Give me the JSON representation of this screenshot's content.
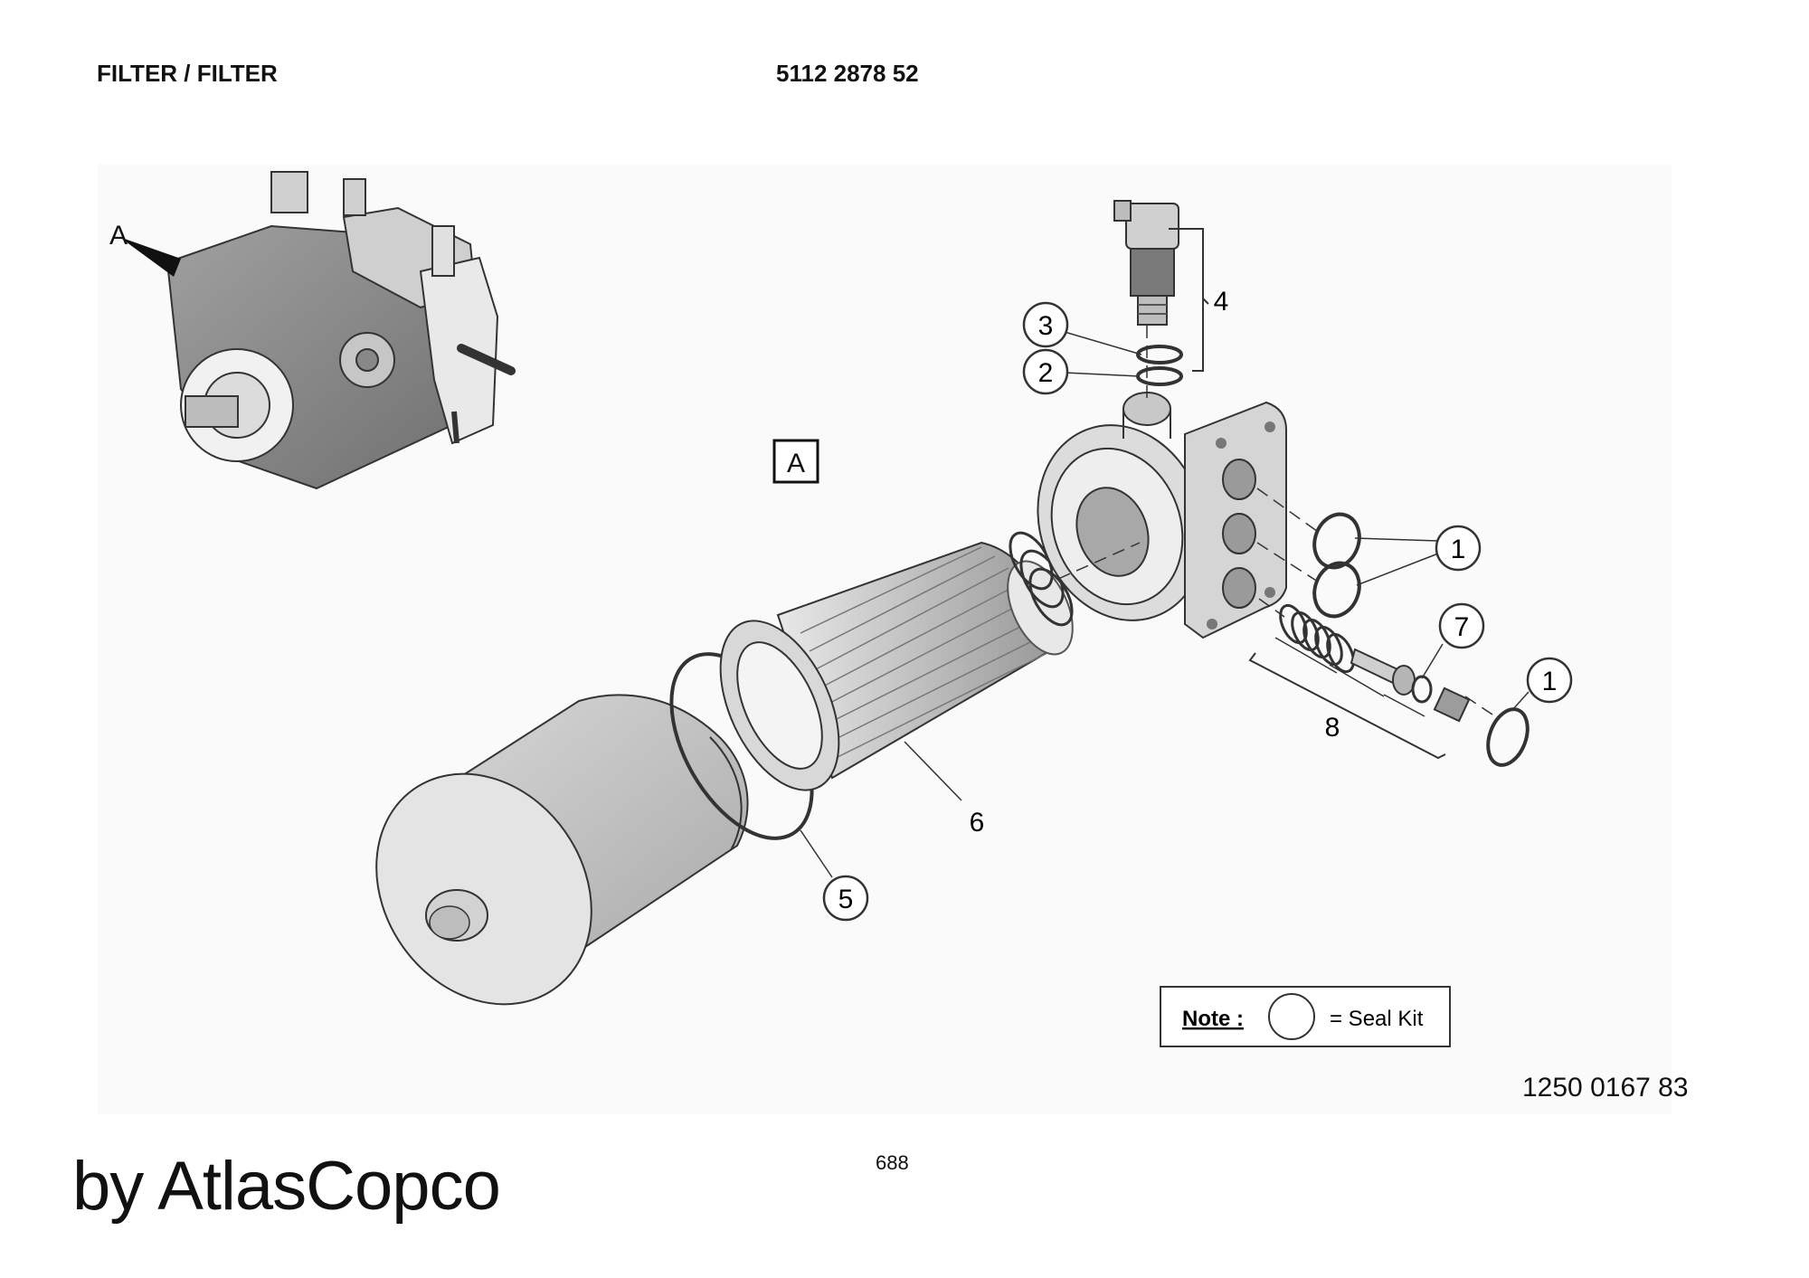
{
  "header": {
    "title": "FILTER / FILTER",
    "part_number": "5112 2878 52"
  },
  "drawing": {
    "view_marker": "A",
    "detail_label": "A",
    "callouts": {
      "c1a": "1",
      "c1b": "1",
      "c2": "2",
      "c3": "3",
      "c4": "4",
      "c5": "5",
      "c6": "6",
      "c7": "7",
      "c8": "8"
    },
    "note": {
      "label": "Note :",
      "text": "= Seal Kit"
    }
  },
  "footer": {
    "drawing_number": "1250 0167 83",
    "page_number": "688",
    "brand": "by AtlasCopco"
  }
}
